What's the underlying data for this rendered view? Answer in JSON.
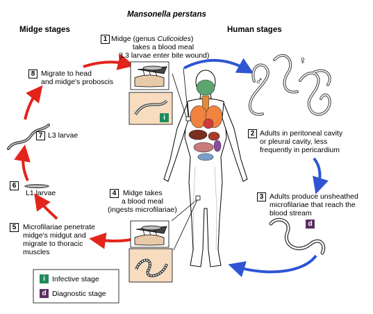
{
  "title": "Mansonella perstans",
  "headers": {
    "midge": "Midge stages",
    "human": "Human stages"
  },
  "steps": [
    {
      "num": "1",
      "lines": [
        "Midge (genus Culicoides)",
        "takes a blood meal",
        "(L3 larvae enter bite wound)"
      ]
    },
    {
      "num": "2",
      "lines": [
        "Adults in peritoneal cavity",
        "or pleural cavity, less",
        "frequently in pericardium"
      ]
    },
    {
      "num": "3",
      "lines": [
        "Adults produce unsheathed",
        "microfilariae that reach the",
        "blood stream"
      ]
    },
    {
      "num": "4",
      "lines": [
        "Midge takes",
        "a blood meal",
        "(ingests microfilariae)"
      ]
    },
    {
      "num": "5",
      "lines": [
        "Microfilariae penetrate",
        "midge's midgut and",
        "migrate to thoracic",
        "muscles"
      ]
    },
    {
      "num": "6",
      "lines": [
        "L1 larvae"
      ]
    },
    {
      "num": "7",
      "lines": [
        "L3 larvae"
      ]
    },
    {
      "num": "8",
      "lines": [
        "Migrate to head",
        "and midge's proboscis"
      ]
    }
  ],
  "step1_genus_prefix": "Midge (genus ",
  "step1_genus": "Culicoides",
  "step1_genus_suffix": ")",
  "badges": {
    "infective": "i",
    "diagnostic": "d"
  },
  "legend": [
    {
      "letter": "i",
      "label": "Infective stage",
      "color": "#1f8a5b"
    },
    {
      "letter": "d",
      "label": "Diagnostic stage",
      "color": "#5b2f62"
    }
  ],
  "symbols": {
    "male": "♂",
    "female": "♀"
  },
  "colors": {
    "red_arrow": "#e3241b",
    "blue_arrow": "#2f55d4",
    "infective": "#1f8a5b",
    "diagnostic": "#5b2f62"
  }
}
